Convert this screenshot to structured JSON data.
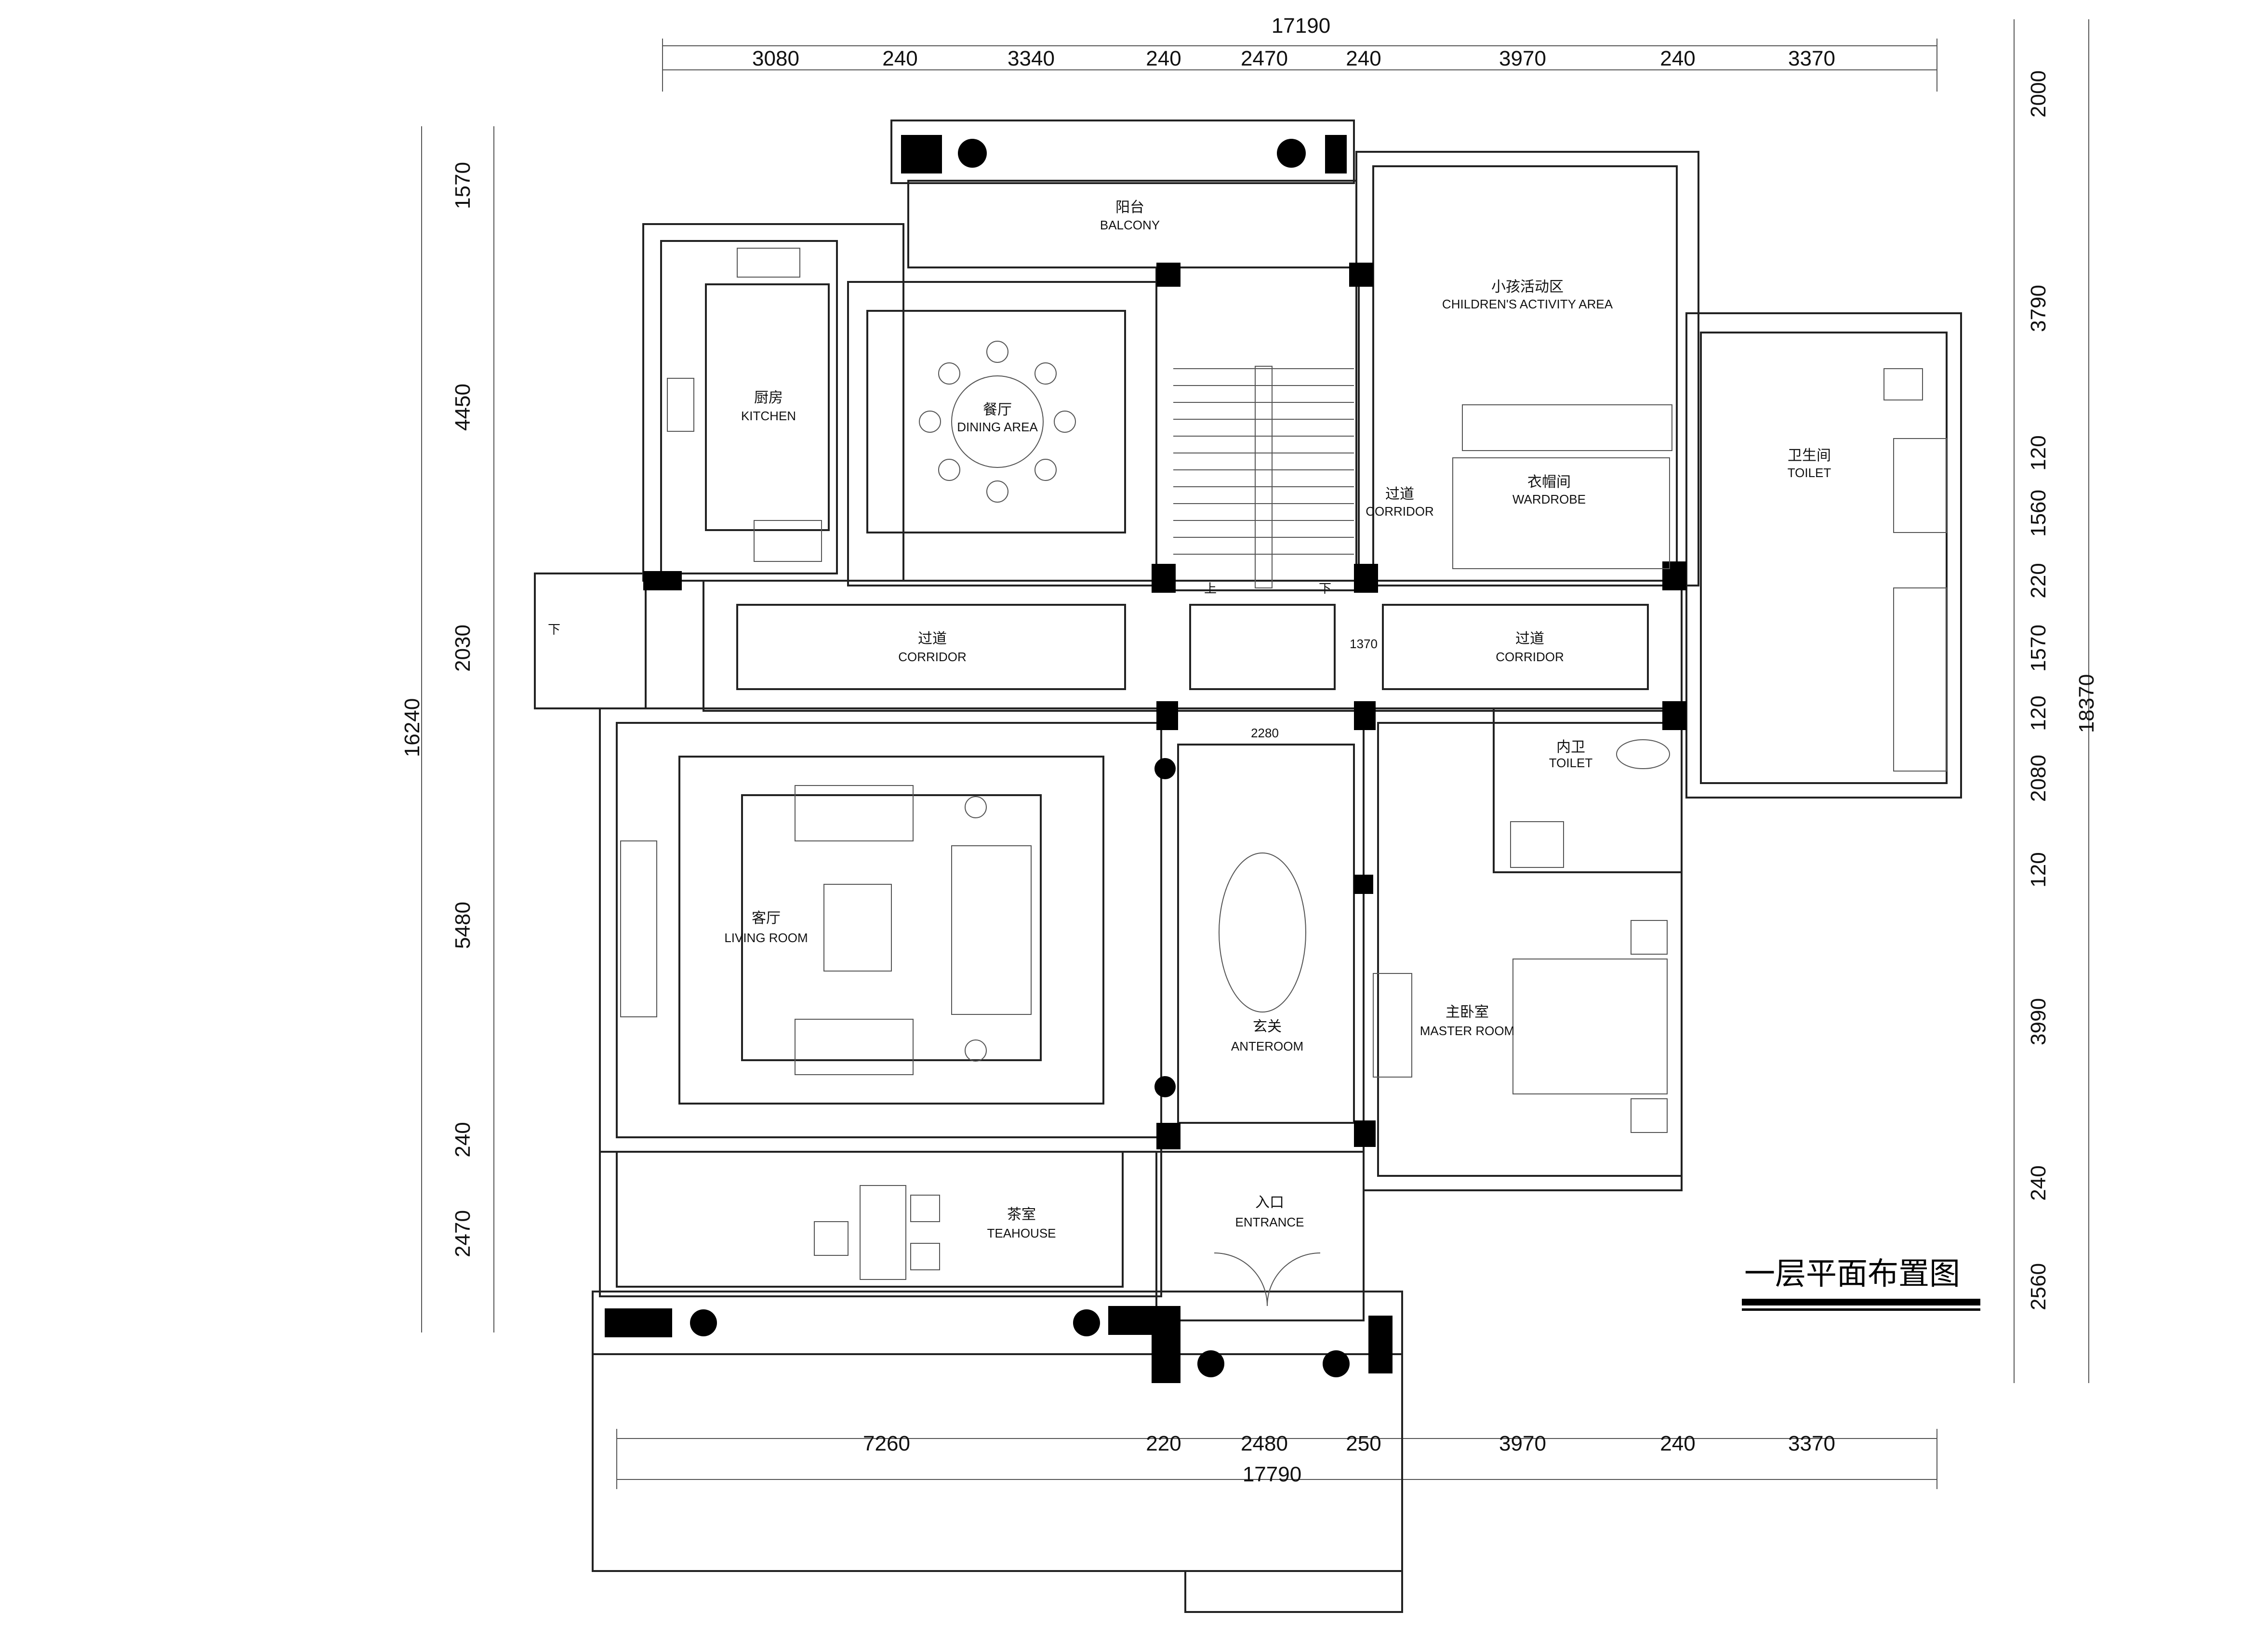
{
  "drawing_title": "一层平面布置图",
  "dimensions": {
    "top_total": "17190",
    "top": [
      "3080",
      "240",
      "3340",
      "240",
      "2470",
      "240",
      "3970",
      "240",
      "3370"
    ],
    "bottom": [
      "7260",
      "220",
      "2480",
      "250",
      "3970",
      "240",
      "3370"
    ],
    "bottom_total": "17790",
    "left_total": "16240",
    "left": [
      "1570",
      "4450",
      "2030",
      "5480",
      "240",
      "2470"
    ],
    "right_total": "18370",
    "right": [
      "2000",
      "3790",
      "120",
      "1560",
      "220",
      "1570",
      "120",
      "2080",
      "120",
      "3990",
      "240",
      "2560"
    ],
    "small_corridor": "1370",
    "small_anteroom": "2280"
  },
  "rooms": {
    "balcony": {
      "cn": "阳台",
      "en": "BALCONY"
    },
    "children": {
      "cn": "小孩活动区",
      "en": "CHILDREN'S ACTIVITY AREA"
    },
    "kitchen": {
      "cn": "厨房",
      "en": "KITCHEN"
    },
    "dining": {
      "cn": "餐厅",
      "en": "DINING AREA"
    },
    "toilet_east": {
      "cn": "卫生间",
      "en": "TOILET"
    },
    "corridor_small": {
      "cn": "过道",
      "en": "CORRIDOR"
    },
    "wardrobe": {
      "cn": "衣帽间",
      "en": "WARDROBE"
    },
    "corridor_left": {
      "cn": "过道",
      "en": "CORRIDOR"
    },
    "corridor_right": {
      "cn": "过道",
      "en": "CORRIDOR"
    },
    "inner_toilet": {
      "cn": "内卫",
      "en": "TOILET"
    },
    "living": {
      "cn": "客厅",
      "en": "LIVING ROOM"
    },
    "anteroom": {
      "cn": "玄关",
      "en": "ANTEROOM"
    },
    "master": {
      "cn": "主卧室",
      "en": "MASTER ROOM"
    },
    "teahouse": {
      "cn": "茶室",
      "en": "TEAHOUSE"
    },
    "entrance": {
      "cn": "入口",
      "en": "ENTRANCE"
    }
  },
  "stair_marks": {
    "up": "上",
    "down": "下"
  }
}
